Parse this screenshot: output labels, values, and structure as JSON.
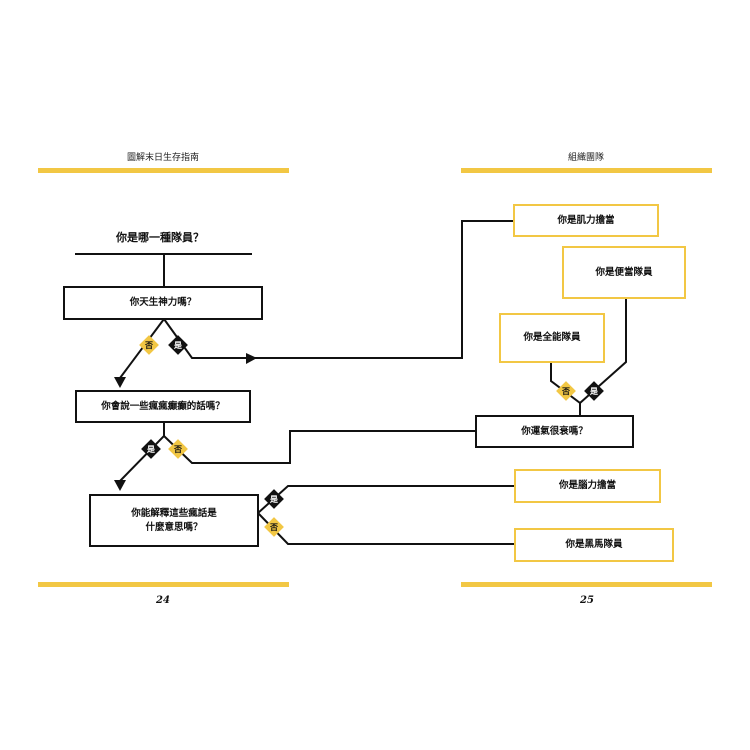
{
  "header": {
    "left": "圖解末日生存指南",
    "right": "組織團隊"
  },
  "page_numbers": {
    "left": "24",
    "right": "25"
  },
  "flowchart": {
    "title": "你是哪一種隊員？",
    "questions": {
      "q1": "你天生神力嗎？",
      "q2": "你會說一些瘋瘋癲癲的話嗎？",
      "q3": "你能解釋這些瘋話是什麼意思嗎？",
      "q4": "你運氣很衰嗎？"
    },
    "results": {
      "r1": "你是肌力擔當",
      "r2": "你是便當隊員",
      "r3": "你是全能隊員",
      "r4": "你是腦力擔當",
      "r5": "你是黑馬隊員"
    },
    "labels": {
      "yes": "是",
      "no": "否"
    }
  },
  "colors": {
    "accent": "#f2c744",
    "ink": "#111111"
  }
}
